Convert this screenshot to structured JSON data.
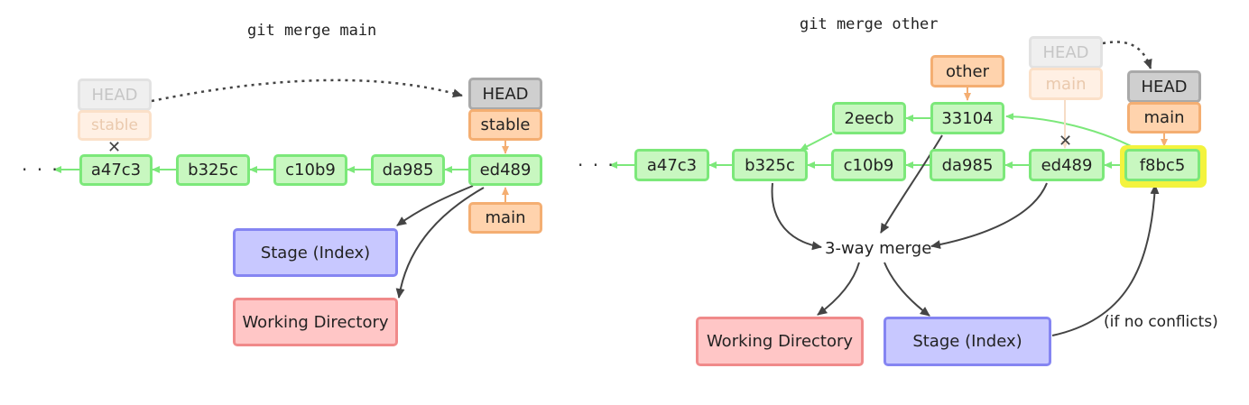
{
  "left": {
    "title": "git merge main",
    "commits": [
      "a47c3",
      "b325c",
      "c10b9",
      "da985",
      "ed489"
    ],
    "old_head": "HEAD",
    "old_branch": "stable",
    "head": "HEAD",
    "branch": "stable",
    "main": "main",
    "stage": "Stage (Index)",
    "working_dir": "Working Directory"
  },
  "right": {
    "title": "git merge other",
    "commits": [
      "a47c3",
      "b325c",
      "c10b9",
      "da985",
      "ed489",
      "f8bc5"
    ],
    "side_commits": [
      "2eecb",
      "33104"
    ],
    "other": "other",
    "old_head": "HEAD",
    "old_branch": "main",
    "head": "HEAD",
    "branch": "main",
    "merge_label": "3-way merge",
    "working_dir": "Working Directory",
    "stage": "Stage (Index)",
    "note": "(if no conflicts)"
  },
  "colors": {
    "commit_fill": "#c8f7c0",
    "commit_border": "#7ce87a",
    "head_fill": "#cfcfcf",
    "branch_fill": "#ffd3ad",
    "stage_fill": "#c8c8ff",
    "working_dir_fill": "#ffc6c6",
    "highlight": "#f3f33e"
  }
}
